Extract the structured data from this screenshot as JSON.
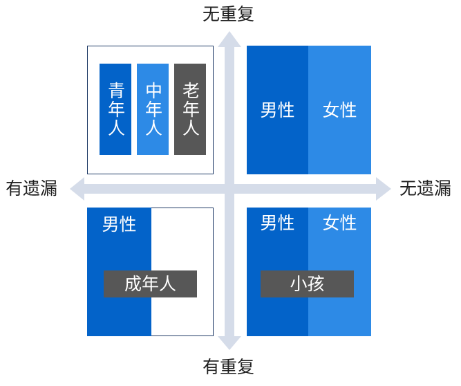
{
  "axes": {
    "top": "无重复",
    "bottom": "有重复",
    "left": "有遗漏",
    "right": "无遗漏"
  },
  "quadrants": {
    "top_left": {
      "bars": [
        "青年人",
        "中年人",
        "老年人"
      ]
    },
    "top_right": {
      "left": "男性",
      "right": "女性"
    },
    "bottom_left": {
      "label": "男性",
      "tag": "成年人"
    },
    "bottom_right": {
      "left": "男性",
      "right": "女性",
      "tag": "小孩"
    }
  },
  "colors": {
    "dark_blue": "#0363c9",
    "light_blue": "#2d8ae6",
    "gray": "#575757",
    "arrow": "#d5dce9",
    "outline": "#1f3a66"
  }
}
